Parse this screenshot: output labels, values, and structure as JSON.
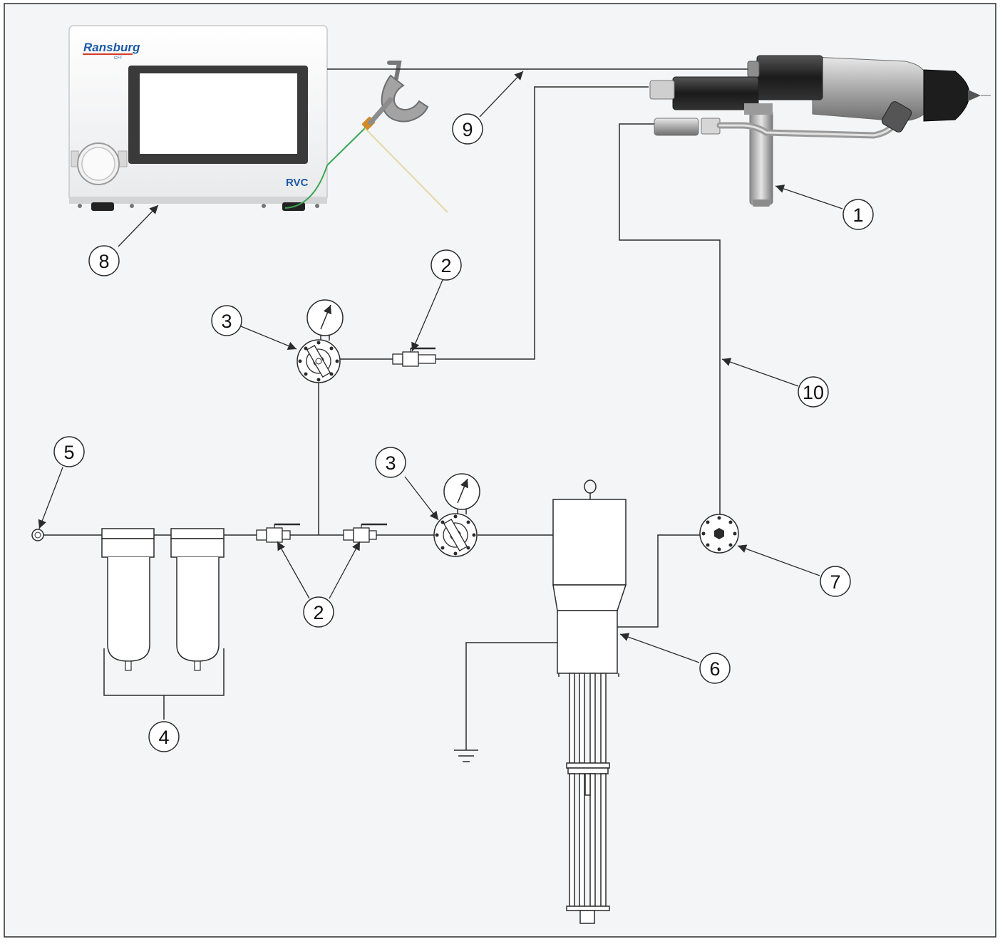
{
  "controller": {
    "brand": "Ransburg",
    "brand_sub": "CFT",
    "model": "RVC"
  },
  "callouts": [
    {
      "id": "callout-1",
      "label": "1"
    },
    {
      "id": "callout-2-top",
      "label": "2"
    },
    {
      "id": "callout-3-top",
      "label": "3"
    },
    {
      "id": "callout-3-bottom",
      "label": "3"
    },
    {
      "id": "callout-2-bottom",
      "label": "2"
    },
    {
      "id": "callout-4",
      "label": "4"
    },
    {
      "id": "callout-5",
      "label": "5"
    },
    {
      "id": "callout-6",
      "label": "6"
    },
    {
      "id": "callout-7",
      "label": "7"
    },
    {
      "id": "callout-8",
      "label": "8"
    },
    {
      "id": "callout-9",
      "label": "9"
    },
    {
      "id": "callout-10",
      "label": "10"
    }
  ],
  "colors": {
    "background": "#f4f5f7",
    "line": "#2b2b2b",
    "ground_wire": "#3aa655",
    "brand_blue": "#1c5aa8",
    "screen_bezel": "#3a3a3a"
  }
}
